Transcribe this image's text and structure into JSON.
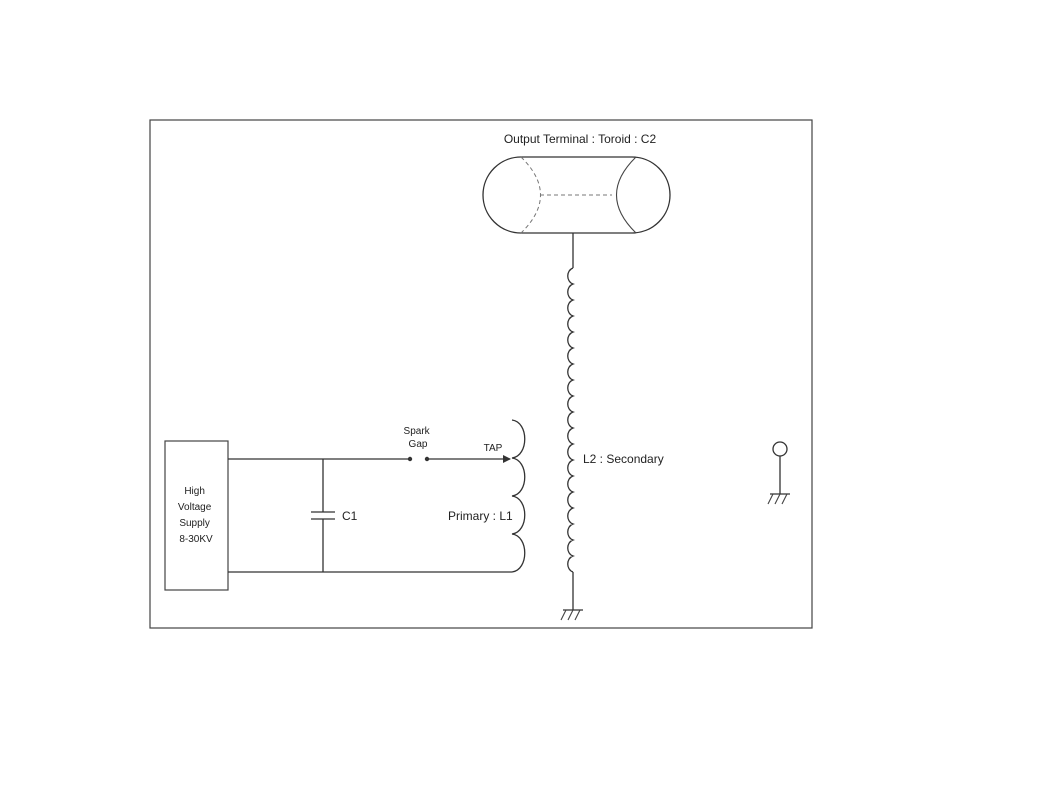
{
  "diagram": {
    "output_terminal_label": "Output Terminal : Toroid : C2",
    "supply_label_lines": [
      "High",
      "Voltage",
      "Supply",
      "8-30KV"
    ],
    "capacitor_label": "C1",
    "spark_gap_label_lines": [
      "Spark",
      "Gap"
    ],
    "tap_label": "TAP",
    "primary_label": "Primary : L1",
    "secondary_label": "L2 : Secondary"
  }
}
